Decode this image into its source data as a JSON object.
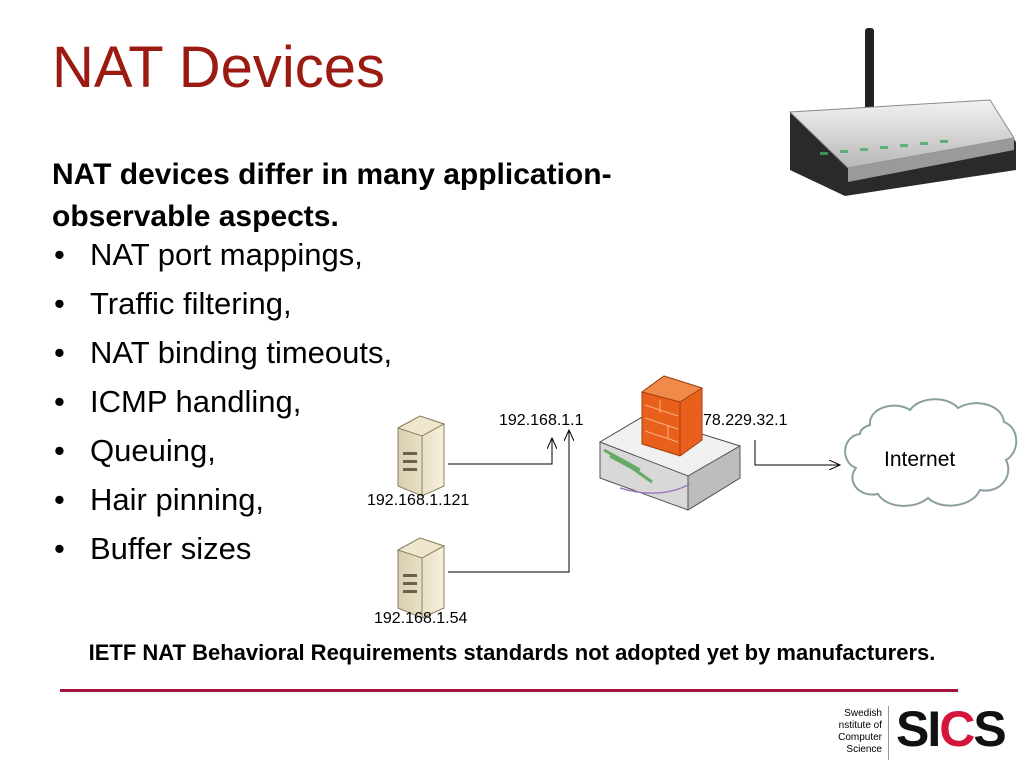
{
  "title": "NAT Devices",
  "intro": "NAT devices differ in many application-observable aspects.",
  "bullets": [
    "NAT port mappings,",
    "Traffic filtering,",
    "NAT binding timeouts,",
    "ICMP handling,",
    "Queuing,",
    "Hair pinning,",
    "Buffer sizes"
  ],
  "bullet_glyph": "•",
  "diagram": {
    "gateway_lan_ip": "192.168.1.1",
    "gateway_wan_ip": "78.229.32.1",
    "host1_ip": "192.168.1.121",
    "host2_ip": "192.168.1.54",
    "cloud_label": "Internet"
  },
  "footer": "IETF NAT Behavioral Requirements standards not adopted yet by manufacturers.",
  "logo": {
    "lines": [
      "Swedish",
      "nstitute of",
      "Computer",
      "Science"
    ],
    "mark_left": "SI",
    "mark_c": "C",
    "mark_right": "S"
  },
  "colors": {
    "title": "#9b1b12",
    "rule": "#a3143c",
    "firewall": "#e8601c",
    "cloud_stroke": "#8aa0a0"
  }
}
